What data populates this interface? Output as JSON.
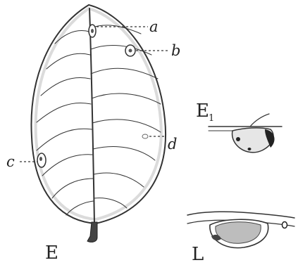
{
  "figure": {
    "labels": {
      "a": "a",
      "b": "b",
      "c": "c",
      "d": "d",
      "E": "E",
      "E1_main": "E",
      "E1_sub": "1",
      "L": "L"
    }
  }
}
